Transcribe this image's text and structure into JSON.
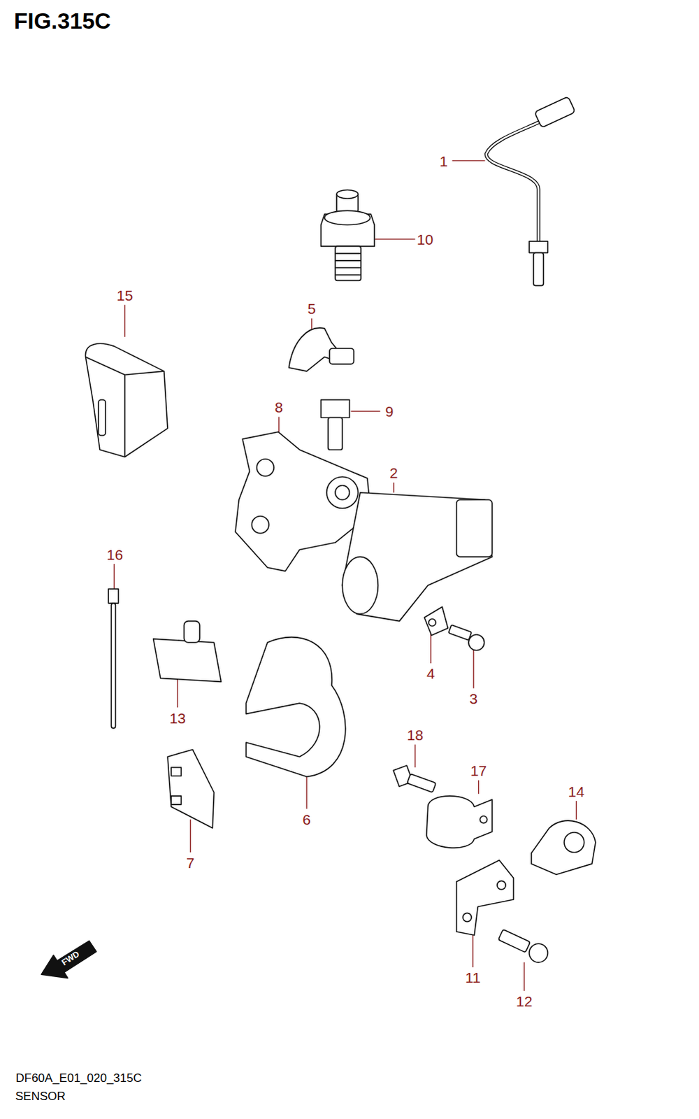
{
  "diagram": {
    "title": "FIG.315C",
    "caption": "SENSOR",
    "labels": [
      "1",
      "10",
      "15",
      "5",
      "9",
      "8",
      "2",
      "16",
      "13",
      "4",
      "3",
      "6",
      "18",
      "17",
      "14",
      "7",
      "11",
      "12",
      "FWD",
      "DF60A_E01_020_315C"
    ]
  }
}
